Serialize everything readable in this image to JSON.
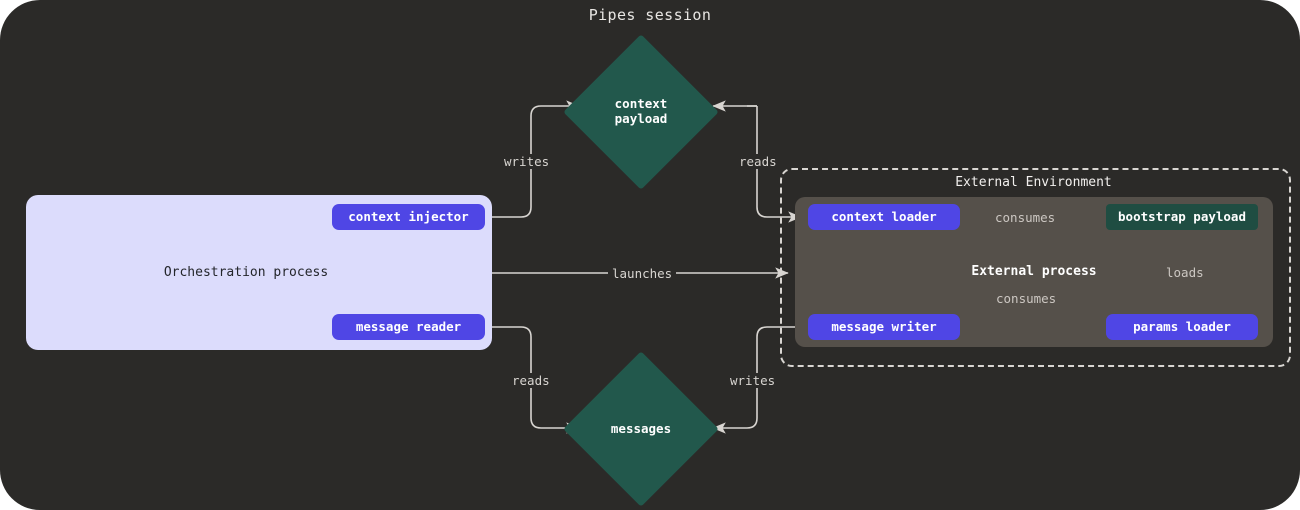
{
  "diagram": {
    "title": "Pipes session",
    "type": "flow-diagram",
    "background_color": "#2b2a28",
    "colors": {
      "panel_orchestration": "#dcdcfc",
      "panel_external_process": "#55504a",
      "node_purple": "#4f46e5",
      "node_teal": "#1f4d42",
      "edge": "#d8d5d1"
    }
  },
  "orchestration": {
    "label": "Orchestration process",
    "nodes": {
      "context_injector": "context injector",
      "message_reader": "message reader"
    }
  },
  "external_environment": {
    "label": "External Environment",
    "process_label": "External process",
    "nodes": {
      "context_loader": "context loader",
      "message_writer": "message writer",
      "params_loader": "params loader",
      "bootstrap_payload": "bootstrap payload"
    }
  },
  "stores": {
    "context_payload_line1": "context",
    "context_payload_line2": "payload",
    "messages": "messages"
  },
  "edges": [
    {
      "id": "writes-context",
      "from": "context injector",
      "to": "context payload",
      "label": "writes"
    },
    {
      "id": "reads-context",
      "from": "context payload",
      "to": "context loader",
      "label": "reads"
    },
    {
      "id": "launches",
      "from": "Orchestration process",
      "to": "External process",
      "label": "launches"
    },
    {
      "id": "reads-messages",
      "from": "message reader",
      "to": "messages",
      "label": "reads"
    },
    {
      "id": "writes-messages",
      "from": "message writer",
      "to": "messages",
      "label": "writes"
    },
    {
      "id": "consumes-context",
      "from": "context loader",
      "to": "bootstrap payload",
      "label": "consumes"
    },
    {
      "id": "consumes-writer",
      "from": "message writer",
      "to": "bootstrap payload",
      "label": "consumes"
    },
    {
      "id": "loads-params",
      "from": "params loader",
      "to": "bootstrap payload",
      "label": "loads"
    }
  ]
}
